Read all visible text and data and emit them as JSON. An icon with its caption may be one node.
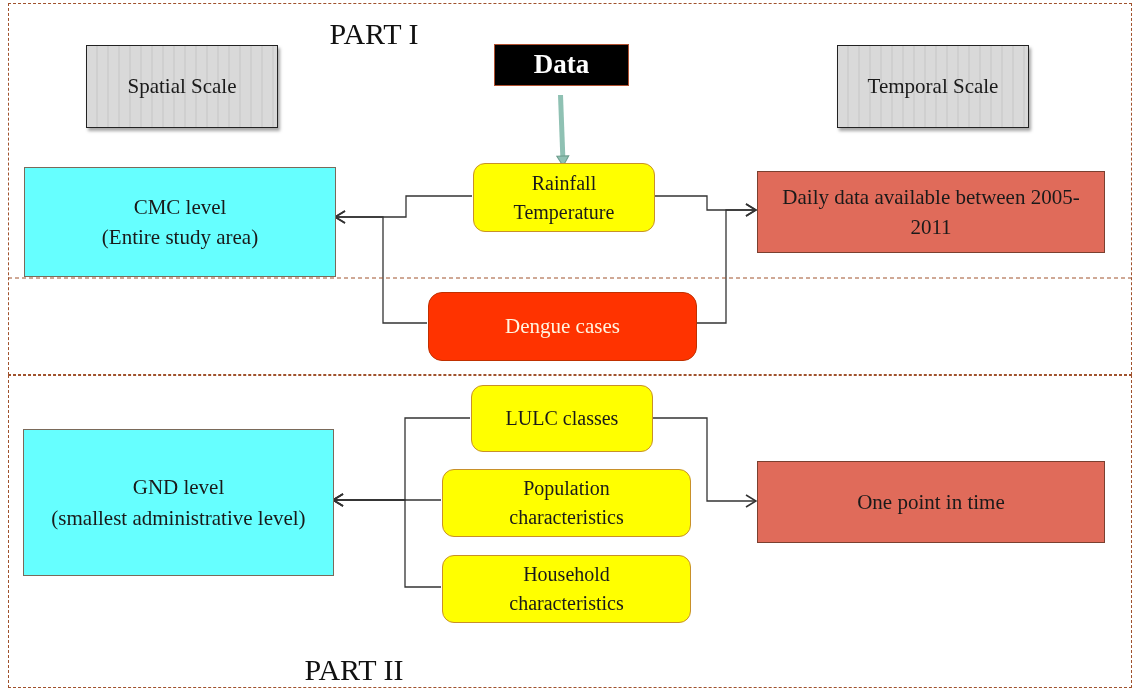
{
  "diagram": {
    "nodes": [
      {
        "text": [
          "PART I"
        ]
      },
      {
        "text": [
          "Spatial Scale"
        ],
        "in": 0
      },
      {
        "text": [
          "Data"
        ],
        "in": 0
      },
      {
        "text": [
          "Temporal Scale"
        ],
        "in": 0
      },
      {
        "text": [
          "CMC level",
          "(Entire study area)"
        ],
        "in": 0
      },
      {
        "text": [
          "Rainfall",
          "Temperature"
        ],
        "in": 0
      },
      {
        "text": [
          "Daily data available between 2005-2011"
        ],
        "in": 0
      },
      {
        "text": [
          "Dengue cases"
        ],
        "in": 0
      },
      {
        "text": [
          "PART II"
        ]
      },
      {
        "text": [
          "GND level",
          "(smallest administrative level)"
        ],
        "in": 8
      },
      {
        "text": [
          "LULC classes"
        ],
        "in": 8
      },
      {
        "text": [
          "Population characteristics"
        ],
        "in": 8
      },
      {
        "text": [
          "Household characteristics"
        ],
        "in": 8
      },
      {
        "text": [
          "One point in time"
        ],
        "in": 8
      }
    ],
    "edges": [
      {
        "from": 2,
        "to": 5,
        "arrow": "to",
        "style": "thick",
        "color": "#8fc1b3"
      },
      {
        "from": 5,
        "to": 4,
        "arrow": "to"
      },
      {
        "from": 7,
        "to": 4,
        "arrow": "to"
      },
      {
        "from": 5,
        "to": 6,
        "arrow": "to"
      },
      {
        "from": 7,
        "to": 6,
        "arrow": "to"
      },
      {
        "from": 10,
        "to": 9,
        "arrow": "to"
      },
      {
        "from": 11,
        "to": 9,
        "arrow": "to"
      },
      {
        "from": 12,
        "to": 9,
        "arrow": "to"
      },
      {
        "from": 10,
        "to": 13,
        "arrow": "to"
      }
    ]
  }
}
